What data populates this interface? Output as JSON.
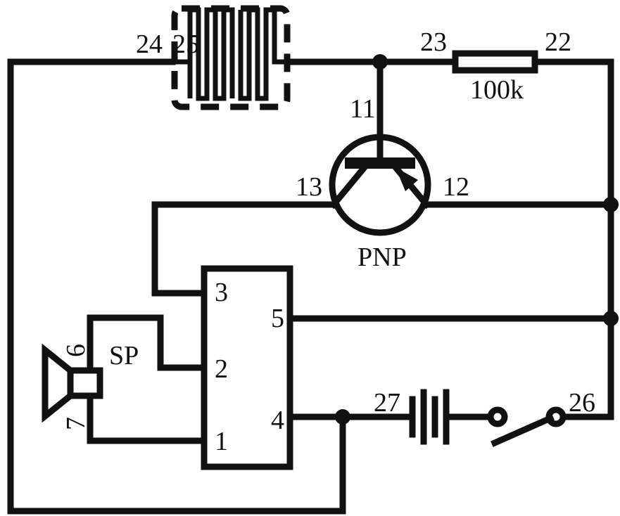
{
  "labels": {
    "node_22": "22",
    "node_23": "23",
    "node_24": "24",
    "node_25": "25",
    "node_11": "11",
    "node_12": "12",
    "node_13": "13",
    "node_26": "26",
    "node_27": "27",
    "pin_1": "1",
    "pin_2": "2",
    "pin_3": "3",
    "pin_4": "4",
    "pin_5": "5",
    "node_6": "6",
    "node_7": "7",
    "resistor_value": "100k",
    "transistor_type": "PNP",
    "speaker": "SP"
  },
  "colors": {
    "ink": "#111111",
    "background": "#ffffff"
  }
}
